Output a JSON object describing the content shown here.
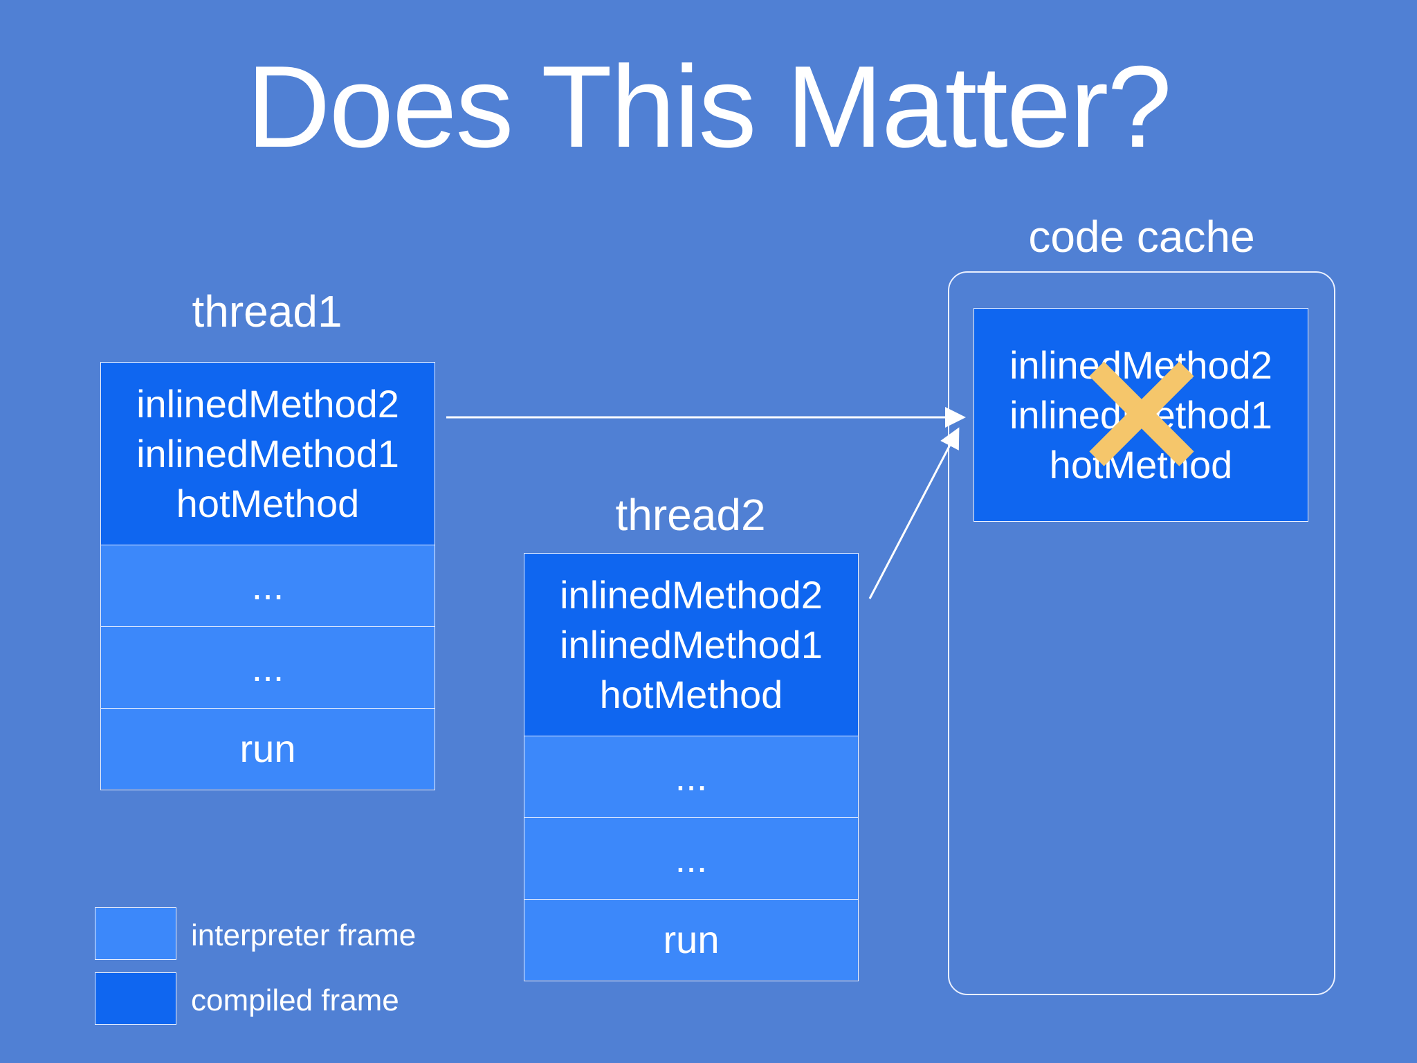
{
  "slide": {
    "title": "Does This Matter?"
  },
  "thread1": {
    "label": "thread1",
    "compiled_frame": [
      "inlinedMethod2",
      "inlinedMethod1",
      "hotMethod"
    ],
    "interpreter_frames": [
      "...",
      "...",
      "run"
    ]
  },
  "thread2": {
    "label": "thread2",
    "compiled_frame": [
      "inlinedMethod2",
      "inlinedMethod1",
      "hotMethod"
    ],
    "interpreter_frames": [
      "...",
      "...",
      "run"
    ]
  },
  "code_cache": {
    "label": "code cache",
    "entry": [
      "inlinedMethod2",
      "inlinedMethod1",
      "hotMethod"
    ],
    "invalidated_mark": "cross-icon"
  },
  "legend": {
    "interpreter": "interpreter frame",
    "compiled": "compiled frame"
  },
  "colors": {
    "background": "#5080d4",
    "compiled_frame": "#0f66f0",
    "interpreter_frame": "#3c88fa",
    "invalid_mark": "#f5c66b"
  }
}
